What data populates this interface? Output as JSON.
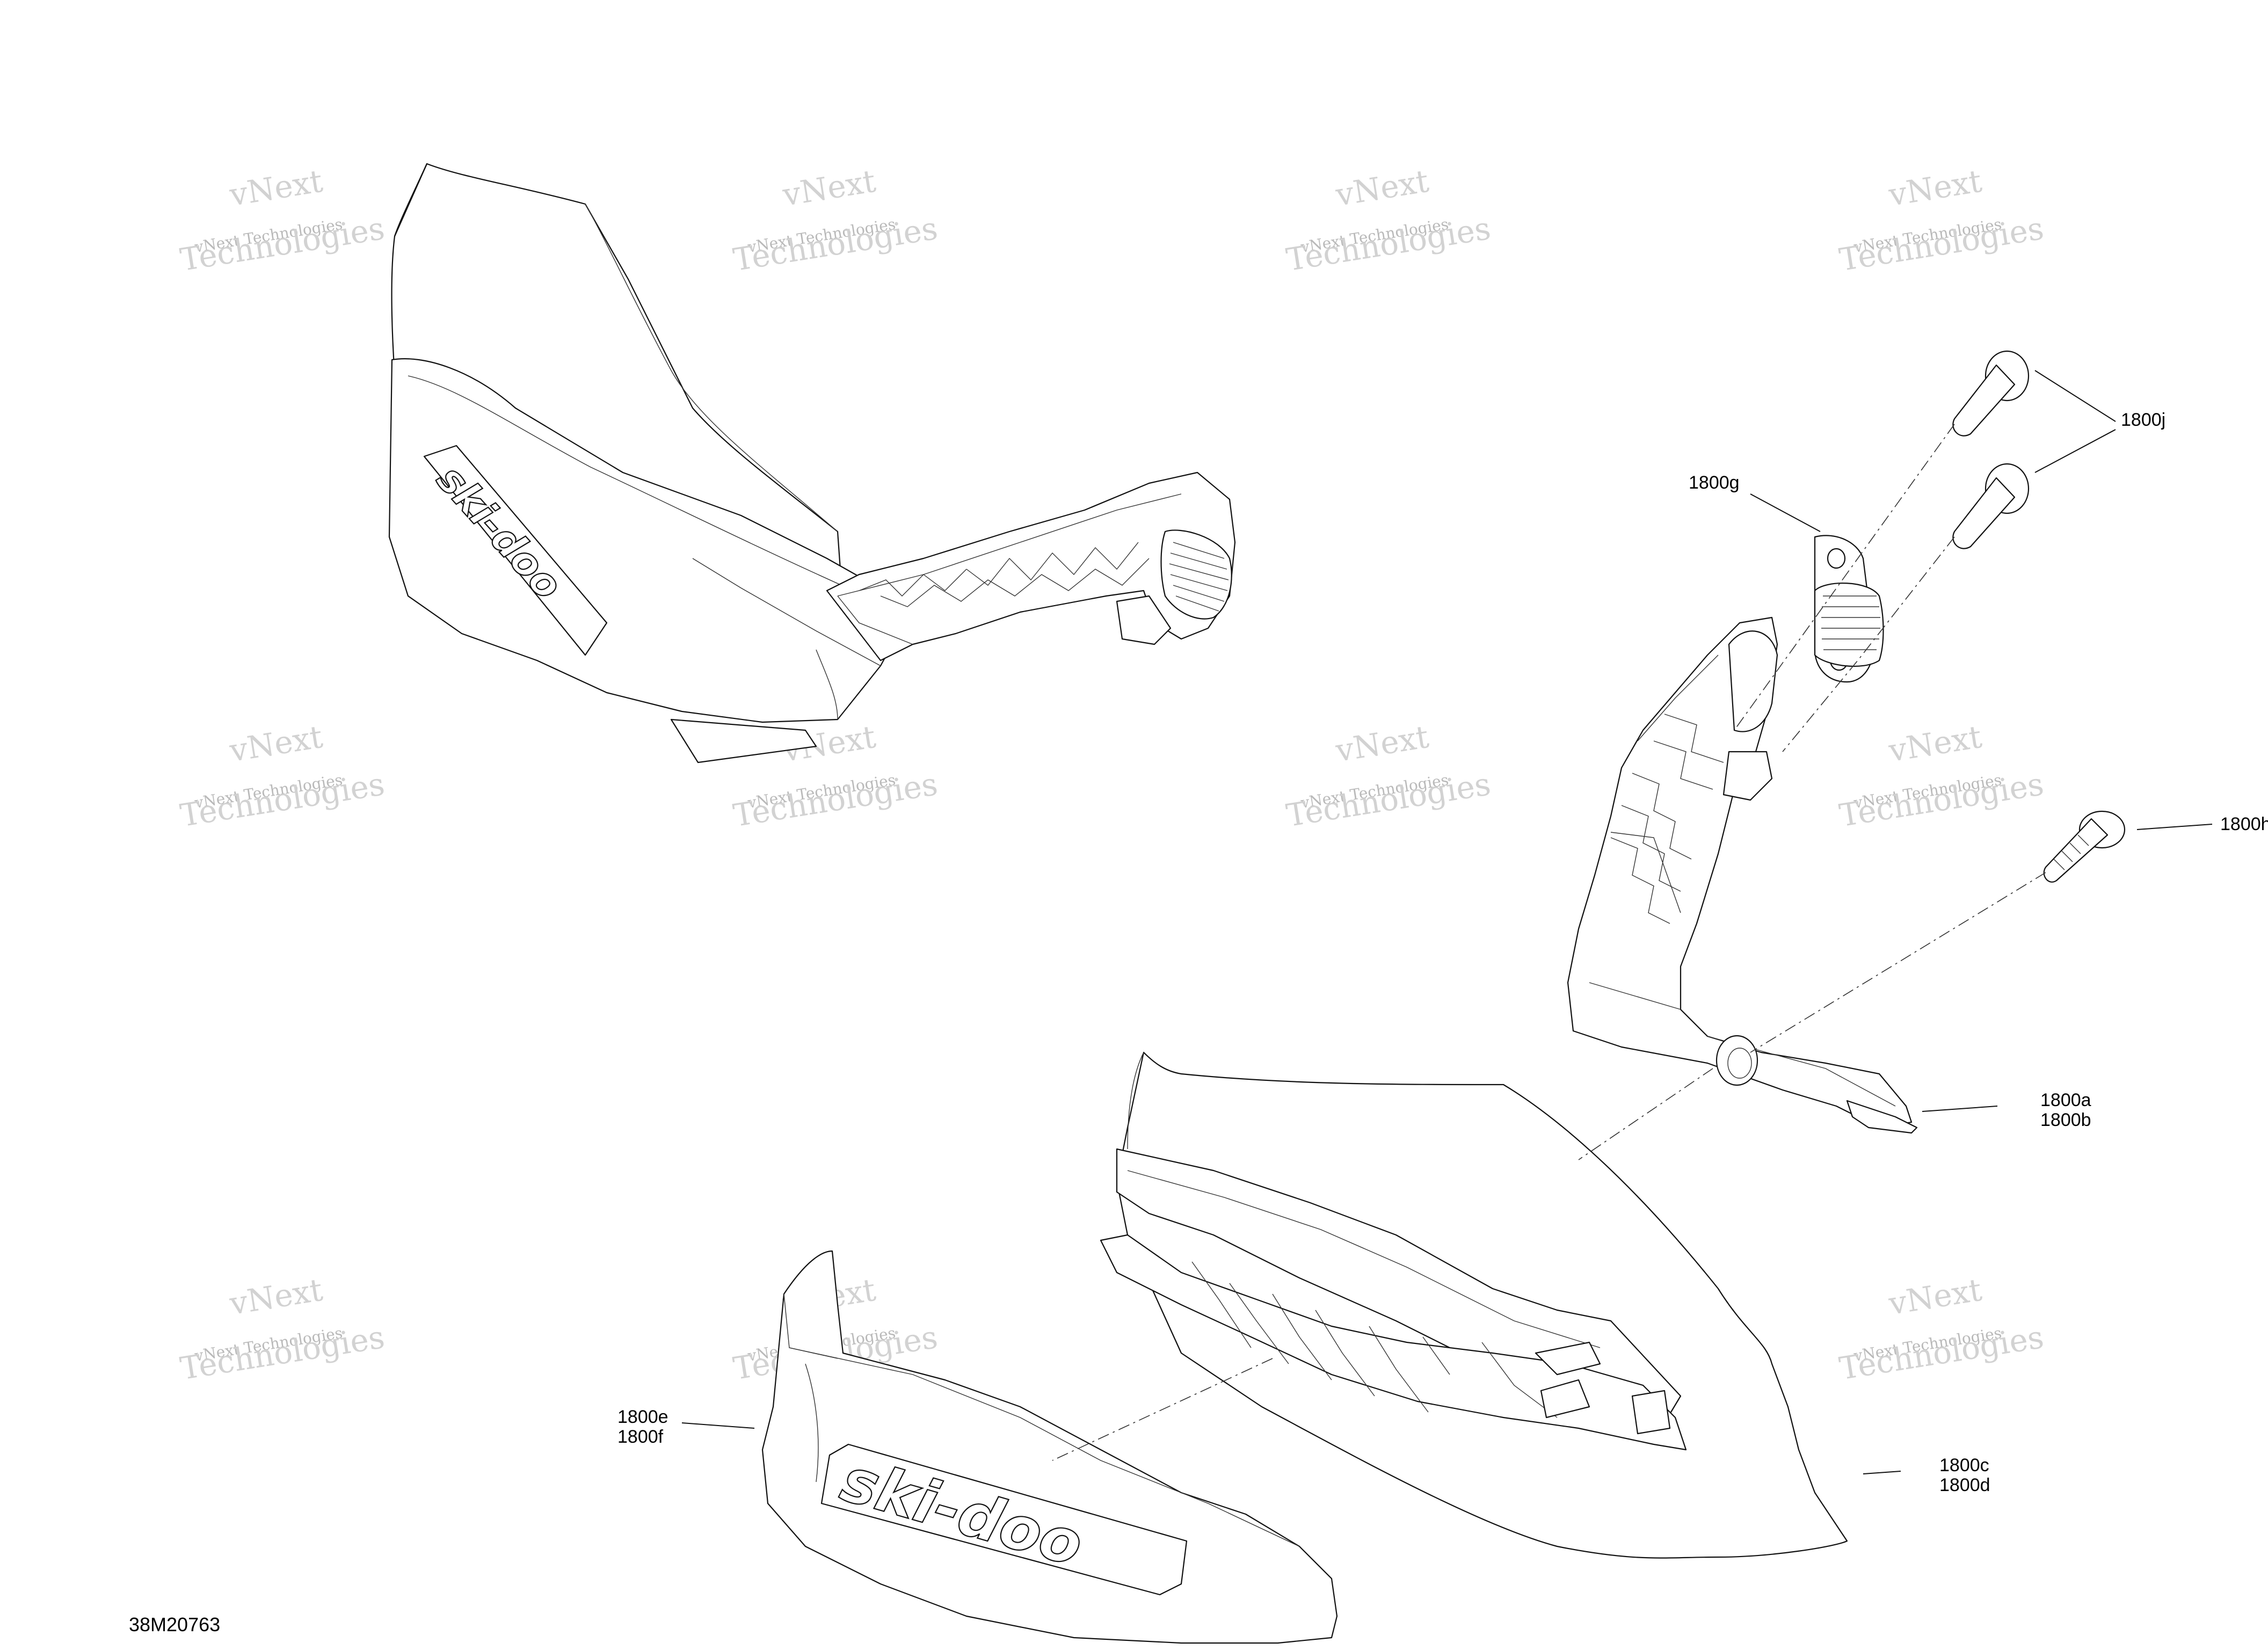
{
  "diagram": {
    "reference_code": "38M20763",
    "watermark": {
      "line1": "vNext",
      "line2": "vNext Technologies",
      "line3": "Technologies"
    },
    "logo_text": "ski-doo",
    "callouts": [
      {
        "id": "1800j",
        "lines": [
          "1800j"
        ]
      },
      {
        "id": "1800g",
        "lines": [
          "1800g"
        ]
      },
      {
        "id": "1800h",
        "lines": [
          "1800h"
        ]
      },
      {
        "id": "1800a",
        "lines": [
          "1800a",
          "1800b"
        ]
      },
      {
        "id": "1800e",
        "lines": [
          "1800e",
          "1800f"
        ]
      },
      {
        "id": "1800c",
        "lines": [
          "1800c",
          "1800d"
        ]
      }
    ]
  }
}
